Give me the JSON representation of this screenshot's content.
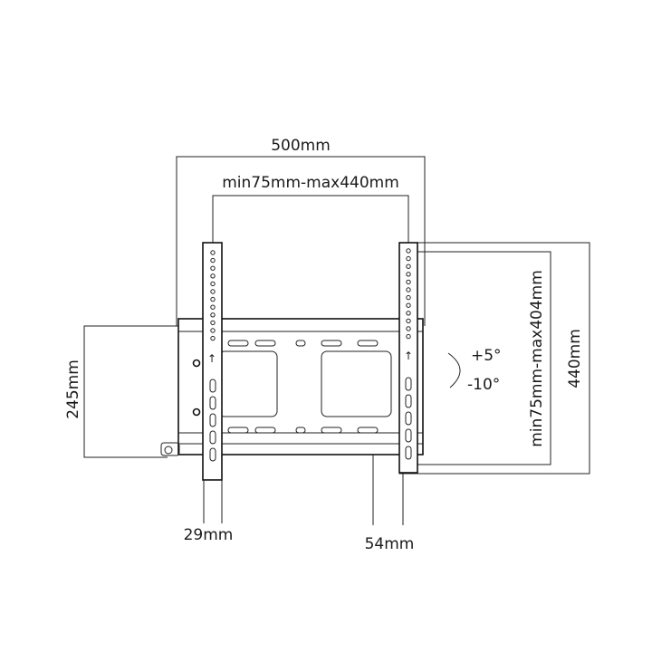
{
  "dimensions": {
    "overall_width": "500mm",
    "vesa_horizontal": "min75mm-max440mm",
    "vesa_vertical": "min75mm-max404mm",
    "bracket_height": "440mm",
    "plate_height": "245mm",
    "wall_depth": "29mm",
    "max_depth": "54mm"
  },
  "tilt": {
    "up": "+5°",
    "down": "-10°"
  },
  "colors": {
    "line": "#222222",
    "background": "#ffffff"
  }
}
